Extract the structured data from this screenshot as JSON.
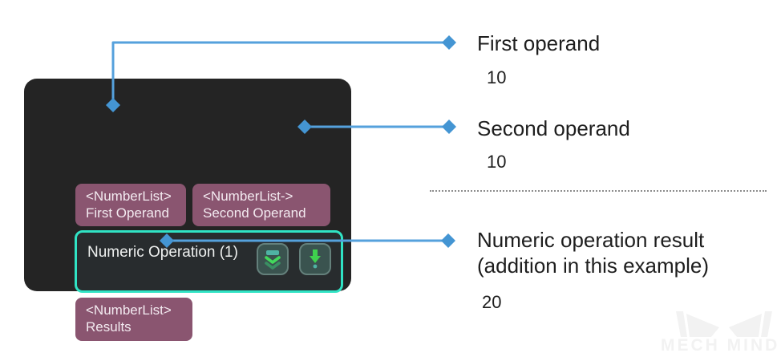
{
  "panel": {
    "ports": {
      "first": {
        "type": "<NumberList>",
        "label": "First Operand"
      },
      "second": {
        "type": "<NumberList->",
        "label": "Second Operand"
      },
      "results": {
        "type": "<NumberList>",
        "label": "Results"
      }
    },
    "node": {
      "title": "Numeric Operation (1)",
      "icons": [
        {
          "name": "collapse-chevrons-icon"
        },
        {
          "name": "down-arrow-icon"
        }
      ]
    }
  },
  "callouts": {
    "first": {
      "label": "First operand",
      "value": "10"
    },
    "second": {
      "label": "Second operand",
      "value": "10"
    },
    "result": {
      "label_line1": "Numeric operation result",
      "label_line2": "(addition in this example)",
      "value": "20"
    }
  },
  "watermark": {
    "text": "MECH MIND"
  },
  "colors": {
    "connector_blue": "#4a9ad6",
    "node_border_teal": "#30e3c4",
    "port_purple": "#8a5570",
    "panel_dark": "#242424",
    "icon_green": "#3fd14e",
    "icon_teal": "#4fb3a4"
  }
}
